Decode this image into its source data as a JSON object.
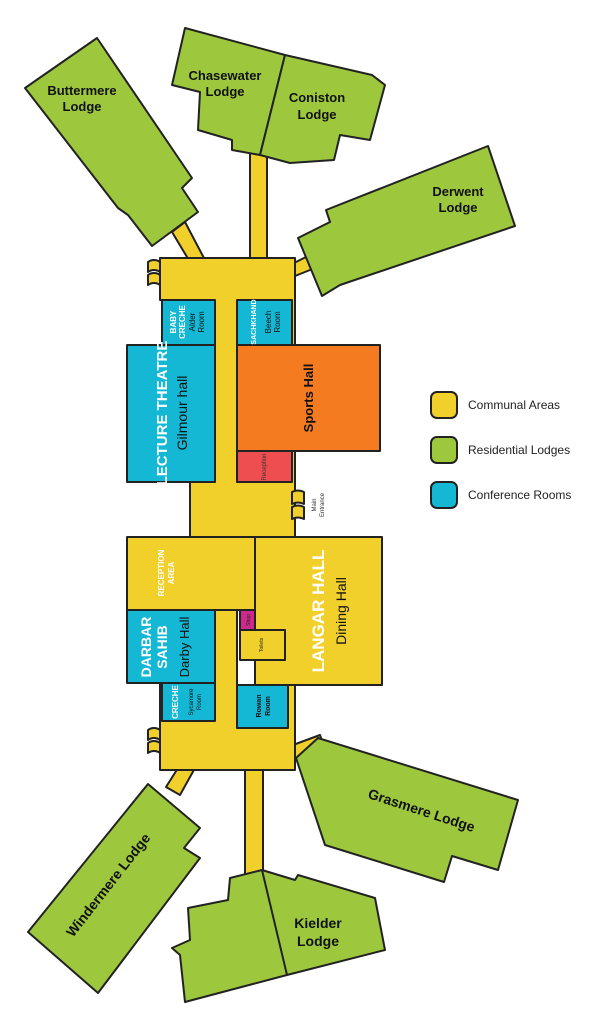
{
  "colors": {
    "communal": "#F2D02B",
    "residential": "#9DC83E",
    "conference": "#14B8D4",
    "sports": "#F47B20",
    "reception": "#EE4E50",
    "shop": "#CC2A8A"
  },
  "lodges": {
    "buttermere": [
      "Buttermere",
      "Lodge"
    ],
    "chasewater": [
      "Chasewater",
      "Lodge"
    ],
    "coniston": [
      "Coniston",
      "Lodge"
    ],
    "derwent": [
      "Derwent",
      "Lodge"
    ],
    "grasmere": "Grasmere Lodge",
    "windermere": "Windermere Lodge",
    "kielder": [
      "Kielder",
      "Lodge"
    ]
  },
  "rooms": {
    "baby_creche": [
      "BABY",
      "CRECHE"
    ],
    "alder": [
      "Alder",
      "Room"
    ],
    "sachkhand": "SACHKHAND",
    "beech": [
      "Beech",
      "Room"
    ],
    "lecture_theatre": "LECTURE THEATRE",
    "gilmour": "Gilmour hall",
    "sports_hall": "Sports Hall",
    "reception": "Reception",
    "main_entrance": [
      "Main",
      "Entrance"
    ],
    "reception_area": [
      "RECEPTION",
      "AREA"
    ],
    "langar_hall": "LANGAR HALL",
    "dining_hall": "Dining Hall",
    "darbar_sahib": [
      "DARBAR",
      "SAHIB"
    ],
    "darby_hall": "Darby Hall",
    "shop": "Shop",
    "toilets": "Toilets",
    "creche": "CRECHE",
    "sycamore": [
      "Sycamore",
      "Room"
    ],
    "rowan": [
      "Rowan",
      "Room"
    ]
  },
  "legend": [
    {
      "label": "Communal Areas"
    },
    {
      "label": "Residential Lodges"
    },
    {
      "label": "Conference Rooms"
    }
  ]
}
